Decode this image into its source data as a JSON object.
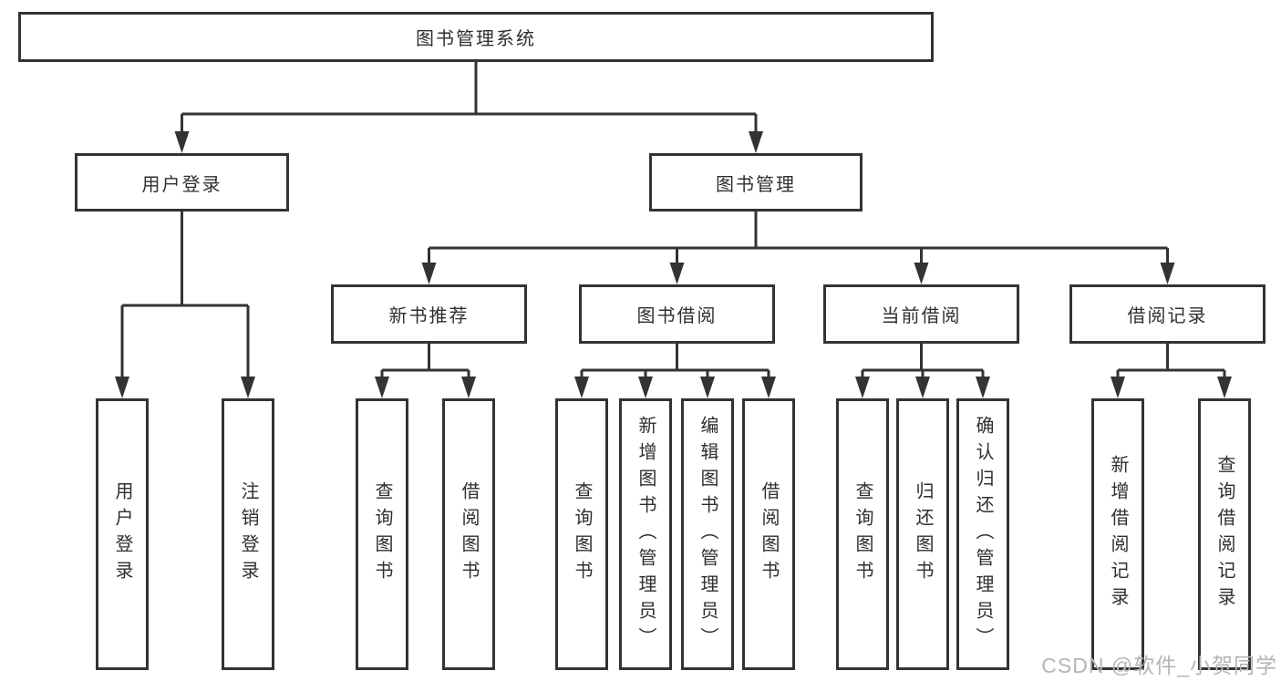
{
  "diagram": {
    "type": "hierarchy-tree",
    "title": "图书管理系统",
    "colors": {
      "line": "#333333",
      "box_border": "#333333",
      "box_fill": "#ffffff",
      "text": "#2f2f2f",
      "background": "#ffffff",
      "watermark": "#b5b5b5"
    },
    "watermark": {
      "text": "CSDN @软件_小贺同学"
    },
    "nodes": {
      "root": {
        "label": "图书管理系统"
      },
      "user_login": {
        "label": "用户登录"
      },
      "book_mgmt": {
        "label": "图书管理"
      },
      "new_book_rec": {
        "label": "新书推荐"
      },
      "book_borrow": {
        "label": "图书借阅"
      },
      "current_borrow": {
        "label": "当前借阅"
      },
      "borrow_records": {
        "label": "借阅记录"
      },
      "leaf_user_login": {
        "label": "用户登录"
      },
      "leaf_logout": {
        "label": "注销登录"
      },
      "rec_query_books": {
        "label": "查询图书"
      },
      "rec_borrow_books": {
        "label": "借阅图书"
      },
      "bb_query_books": {
        "label": "查询图书"
      },
      "bb_add_books": {
        "label": "新增图书（管理员）"
      },
      "bb_edit_books": {
        "label": "编辑图书（管理员）"
      },
      "bb_borrow_books": {
        "label": "借阅图书"
      },
      "cb_query_books": {
        "label": "查询图书"
      },
      "cb_return_books": {
        "label": "归还图书"
      },
      "cb_confirm_return": {
        "label": "确认归还（管理员）"
      },
      "br_add_record": {
        "label": "新增借阅记录"
      },
      "br_query_record": {
        "label": "查询借阅记录"
      }
    },
    "edges": [
      [
        "root",
        "user_login"
      ],
      [
        "root",
        "book_mgmt"
      ],
      [
        "user_login",
        "leaf_user_login"
      ],
      [
        "user_login",
        "leaf_logout"
      ],
      [
        "book_mgmt",
        "new_book_rec"
      ],
      [
        "book_mgmt",
        "book_borrow"
      ],
      [
        "book_mgmt",
        "current_borrow"
      ],
      [
        "book_mgmt",
        "borrow_records"
      ],
      [
        "new_book_rec",
        "rec_query_books"
      ],
      [
        "new_book_rec",
        "rec_borrow_books"
      ],
      [
        "book_borrow",
        "bb_query_books"
      ],
      [
        "book_borrow",
        "bb_add_books"
      ],
      [
        "book_borrow",
        "bb_edit_books"
      ],
      [
        "book_borrow",
        "bb_borrow_books"
      ],
      [
        "current_borrow",
        "cb_query_books"
      ],
      [
        "current_borrow",
        "cb_return_books"
      ],
      [
        "current_borrow",
        "cb_confirm_return"
      ],
      [
        "borrow_records",
        "br_add_record"
      ],
      [
        "borrow_records",
        "br_query_record"
      ]
    ]
  }
}
